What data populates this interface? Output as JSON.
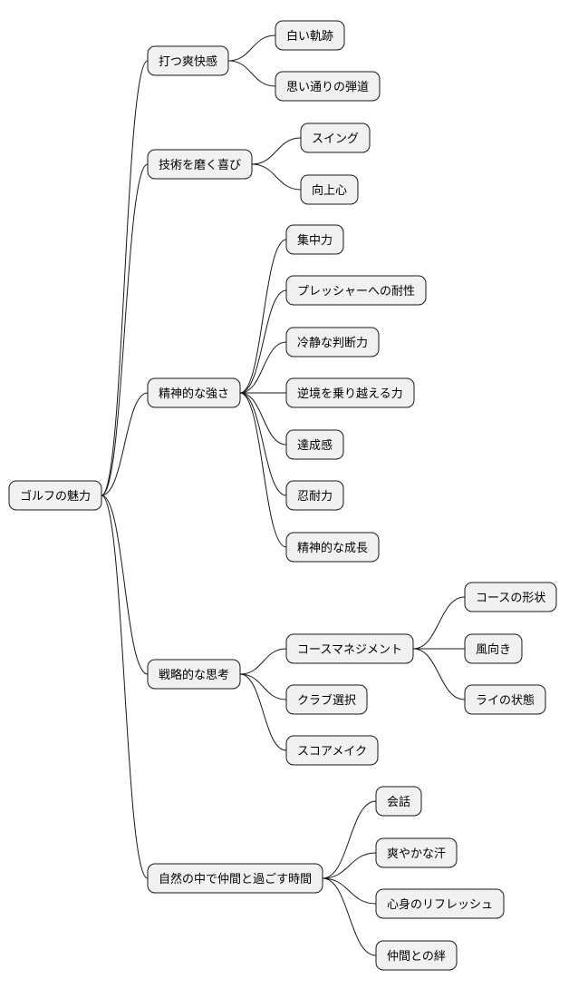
{
  "root": {
    "label": "ゴルフの魅力",
    "children": [
      {
        "label": "打つ爽快感",
        "children": [
          {
            "label": "白い軌跡"
          },
          {
            "label": "思い通りの弾道"
          }
        ]
      },
      {
        "label": "技術を磨く喜び",
        "children": [
          {
            "label": "スイング"
          },
          {
            "label": "向上心"
          }
        ]
      },
      {
        "label": "精神的な強さ",
        "children": [
          {
            "label": "集中力"
          },
          {
            "label": "プレッシャーへの耐性"
          },
          {
            "label": "冷静な判断力"
          },
          {
            "label": "逆境を乗り越える力"
          },
          {
            "label": "達成感"
          },
          {
            "label": "忍耐力"
          },
          {
            "label": "精神的な成長"
          }
        ]
      },
      {
        "label": "戦略的な思考",
        "children": [
          {
            "label": "コースマネジメント",
            "children": [
              {
                "label": "コースの形状"
              },
              {
                "label": "風向き"
              },
              {
                "label": "ライの状態"
              }
            ]
          },
          {
            "label": "クラブ選択"
          },
          {
            "label": "スコアメイク"
          }
        ]
      },
      {
        "label": "自然の中で仲間と過ごす時間",
        "children": [
          {
            "label": "会話"
          },
          {
            "label": "爽やかな汗"
          },
          {
            "label": "心身のリフレッシュ"
          },
          {
            "label": "仲間との絆"
          }
        ]
      }
    ]
  }
}
